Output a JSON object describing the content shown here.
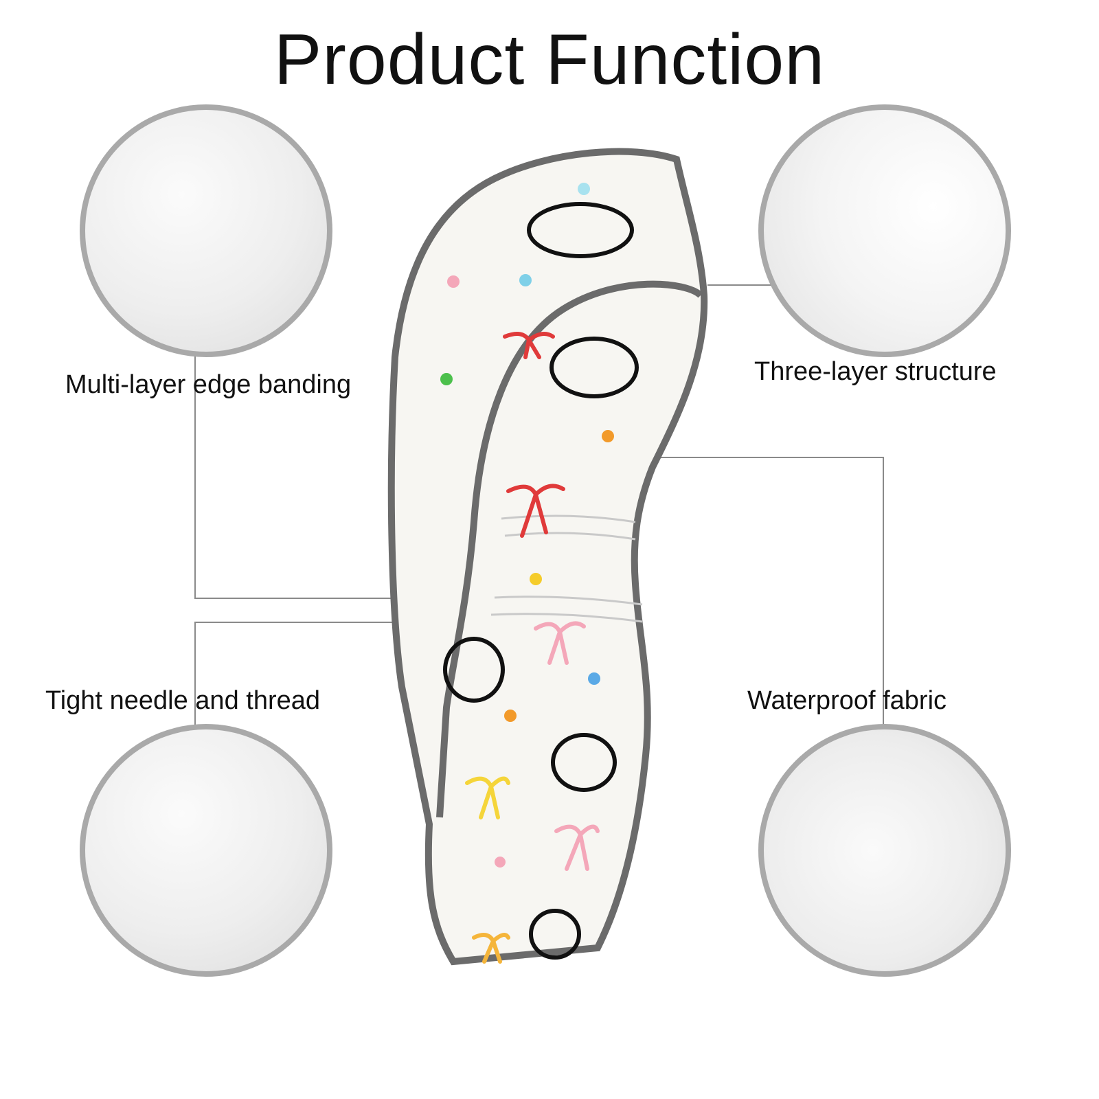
{
  "title": "Product Function",
  "features": {
    "edge_banding": "Multi-layer edge banding",
    "three_layer": "Three-layer structure",
    "needle_thread": "Tight needle and thread",
    "waterproof": "Waterproof fabric"
  },
  "colors": {
    "border": "#a9a9a9",
    "piping": "#6b6b6b",
    "connector": "#8a8a8a"
  }
}
